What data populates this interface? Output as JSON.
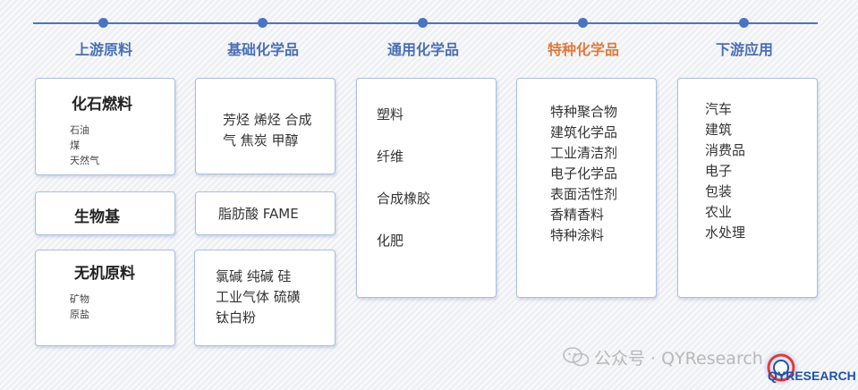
{
  "stages": [
    "上游原料",
    "基础化学品",
    "通用化学品",
    "特种化学品",
    "下游应用"
  ],
  "upstream": {
    "fossil": {
      "title": "化石燃料",
      "items": [
        "石油",
        "煤",
        "天然气"
      ]
    },
    "bio": {
      "title": "生物基"
    },
    "inorganic": {
      "title": "无机原料",
      "items": [
        "矿物",
        "原盐"
      ]
    }
  },
  "basic": {
    "box1": {
      "lines": [
        "芳烃 烯烃 合成",
        "气 焦炭 甲醇"
      ]
    },
    "box2": {
      "lines": [
        "脂肪酸 FAME"
      ]
    },
    "box3": {
      "lines": [
        "氯碱 纯碱 硅",
        "工业气体 硫磺",
        "钛白粉"
      ]
    }
  },
  "general": {
    "items": [
      "塑料",
      "纤维",
      "合成橡胶",
      "化肥"
    ]
  },
  "specialty": {
    "items": [
      "特种聚合物",
      "建筑化学品",
      "工业清洁剂",
      "电子化学品",
      "表面活性剂",
      "香精香料",
      "特种涂料"
    ]
  },
  "downstream": {
    "items": [
      "汽车",
      "建筑",
      "消费品",
      "电子",
      "包装",
      "农业",
      "水处理"
    ]
  },
  "watermark": {
    "text": "公众号 · QYResearch"
  },
  "logo": {
    "text": "QYRESEARCH"
  },
  "colors": {
    "line": "#4a74c3",
    "stage": "#4a6fb5",
    "highlight": "#e07a3c"
  }
}
